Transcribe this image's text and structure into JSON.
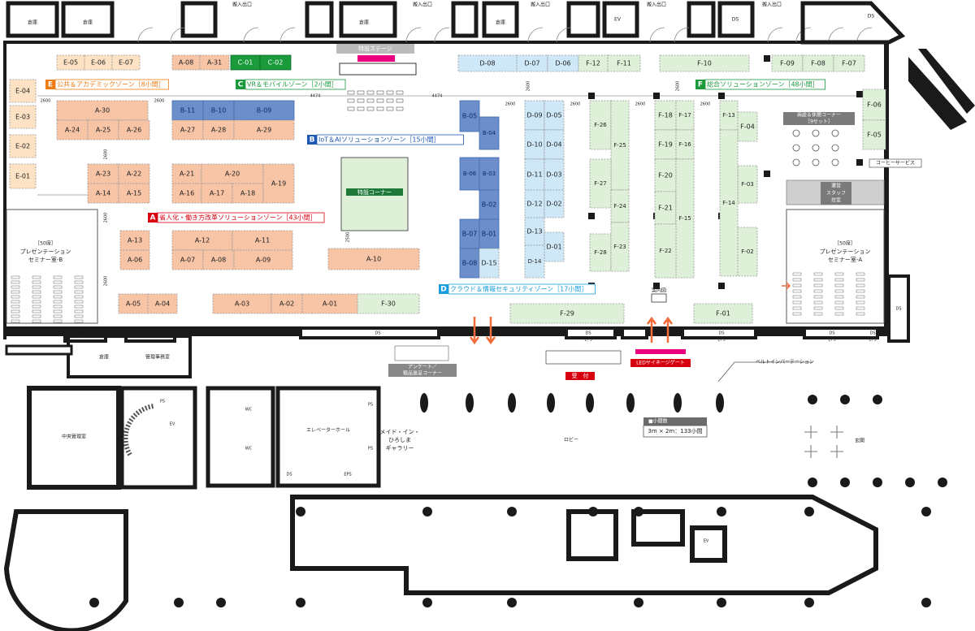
{
  "colors": {
    "zone_A_fill": "#f7c4a6",
    "zone_A_label": "#d7000f",
    "zone_B_fill": "#6c8fcc",
    "zone_B_label": "#1d58b5",
    "zone_C_fill": "#1a9a3a",
    "zone_C_label": "#1a9a3a",
    "zone_D_fill": "#cfe8f8",
    "zone_D_label": "#1a9ee0",
    "zone_E_fill": "#fde3c4",
    "zone_E_label": "#ee7a12",
    "zone_F_fill": "#dff0d8",
    "zone_F_label": "#1a9a3a",
    "special_fill": "#1f7a3a",
    "wall": "#1a1a1a",
    "arrow": "#f26b3a",
    "gray": "#9a9a9a"
  },
  "zones": [
    {
      "letter": "A",
      "label": "省人化・働き方改革ソリューションゾーン［43小間］"
    },
    {
      "letter": "B",
      "label": "IoT＆AIソリューションゾーン［15小間］"
    },
    {
      "letter": "C",
      "label": "VR＆モバイルゾーン［2小間］"
    },
    {
      "letter": "D",
      "label": "クラウド＆情報セキュリティゾーン［17小間］"
    },
    {
      "letter": "E",
      "label": "公共＆アカデミックゾーン［8小間］"
    },
    {
      "letter": "F",
      "label": "総合ソリューションゾーン［48小間］"
    }
  ],
  "booths": [
    {
      "id": "E-05",
      "zone": "E"
    },
    {
      "id": "E-06",
      "zone": "E"
    },
    {
      "id": "E-07",
      "zone": "E"
    },
    {
      "id": "E-04",
      "zone": "E"
    },
    {
      "id": "E-03",
      "zone": "E"
    },
    {
      "id": "E-02",
      "zone": "E"
    },
    {
      "id": "E-01",
      "zone": "E"
    },
    {
      "id": "A-08",
      "zone": "A"
    },
    {
      "id": "A-31",
      "zone": "A"
    },
    {
      "id": "C-01",
      "zone": "C"
    },
    {
      "id": "C-02",
      "zone": "C"
    },
    {
      "id": "A-30",
      "zone": "A"
    },
    {
      "id": "A-24",
      "zone": "A"
    },
    {
      "id": "A-25",
      "zone": "A"
    },
    {
      "id": "A-26",
      "zone": "A"
    },
    {
      "id": "B-11",
      "zone": "B"
    },
    {
      "id": "B-10",
      "zone": "B"
    },
    {
      "id": "B-09",
      "zone": "B"
    },
    {
      "id": "A-27",
      "zone": "A"
    },
    {
      "id": "A-28",
      "zone": "A"
    },
    {
      "id": "A-29",
      "zone": "A"
    },
    {
      "id": "A-23",
      "zone": "A"
    },
    {
      "id": "A-22",
      "zone": "A"
    },
    {
      "id": "A-14",
      "zone": "A"
    },
    {
      "id": "A-15",
      "zone": "A"
    },
    {
      "id": "A-21",
      "zone": "A"
    },
    {
      "id": "A-20",
      "zone": "A"
    },
    {
      "id": "A-16",
      "zone": "A"
    },
    {
      "id": "A-17",
      "zone": "A"
    },
    {
      "id": "A-18",
      "zone": "A"
    },
    {
      "id": "A-19",
      "zone": "A"
    },
    {
      "id": "A-13",
      "zone": "A"
    },
    {
      "id": "A-06",
      "zone": "A"
    },
    {
      "id": "A-12",
      "zone": "A"
    },
    {
      "id": "A-11",
      "zone": "A"
    },
    {
      "id": "A-07",
      "zone": "A"
    },
    {
      "id": "A-08",
      "zone": "A"
    },
    {
      "id": "A-09",
      "zone": "A"
    },
    {
      "id": "A-10",
      "zone": "A"
    },
    {
      "id": "A-05",
      "zone": "A"
    },
    {
      "id": "A-04",
      "zone": "A"
    },
    {
      "id": "A-03",
      "zone": "A"
    },
    {
      "id": "A-02",
      "zone": "A"
    },
    {
      "id": "A-01",
      "zone": "A"
    },
    {
      "id": "F-30",
      "zone": "F"
    },
    {
      "id": "D-08",
      "zone": "D"
    },
    {
      "id": "D-07",
      "zone": "D"
    },
    {
      "id": "D-06",
      "zone": "D"
    },
    {
      "id": "F-12",
      "zone": "F"
    },
    {
      "id": "F-11",
      "zone": "F"
    },
    {
      "id": "F-10",
      "zone": "F"
    },
    {
      "id": "F-09",
      "zone": "F"
    },
    {
      "id": "F-08",
      "zone": "F"
    },
    {
      "id": "F-07",
      "zone": "F"
    },
    {
      "id": "B-05",
      "zone": "B"
    },
    {
      "id": "B-04",
      "zone": "B"
    },
    {
      "id": "B-06",
      "zone": "B"
    },
    {
      "id": "B-03",
      "zone": "B"
    },
    {
      "id": "B-02",
      "zone": "B"
    },
    {
      "id": "B-07",
      "zone": "B"
    },
    {
      "id": "B-01",
      "zone": "B"
    },
    {
      "id": "B-08",
      "zone": "B"
    },
    {
      "id": "D-15",
      "zone": "D"
    },
    {
      "id": "D-09",
      "zone": "D"
    },
    {
      "id": "D-05",
      "zone": "D"
    },
    {
      "id": "D-10",
      "zone": "D"
    },
    {
      "id": "D-04",
      "zone": "D"
    },
    {
      "id": "D-11",
      "zone": "D"
    },
    {
      "id": "D-03",
      "zone": "D"
    },
    {
      "id": "D-12",
      "zone": "D"
    },
    {
      "id": "D-02",
      "zone": "D"
    },
    {
      "id": "D-13",
      "zone": "D"
    },
    {
      "id": "D-01",
      "zone": "D"
    },
    {
      "id": "D-14",
      "zone": "D"
    },
    {
      "id": "F-26",
      "zone": "F"
    },
    {
      "id": "F-25",
      "zone": "F"
    },
    {
      "id": "F-27",
      "zone": "F"
    },
    {
      "id": "F-24",
      "zone": "F"
    },
    {
      "id": "F-28",
      "zone": "F"
    },
    {
      "id": "F-23",
      "zone": "F"
    },
    {
      "id": "F-18",
      "zone": "F"
    },
    {
      "id": "F-17",
      "zone": "F"
    },
    {
      "id": "F-19",
      "zone": "F"
    },
    {
      "id": "F-16",
      "zone": "F"
    },
    {
      "id": "F-20",
      "zone": "F"
    },
    {
      "id": "F-21",
      "zone": "F"
    },
    {
      "id": "F-15",
      "zone": "F"
    },
    {
      "id": "F-22",
      "zone": "F"
    },
    {
      "id": "F-13",
      "zone": "F"
    },
    {
      "id": "F-04",
      "zone": "F"
    },
    {
      "id": "F-03",
      "zone": "F"
    },
    {
      "id": "F-14",
      "zone": "F"
    },
    {
      "id": "F-02",
      "zone": "F"
    },
    {
      "id": "F-06",
      "zone": "F"
    },
    {
      "id": "F-05",
      "zone": "F"
    },
    {
      "id": "F-29",
      "zone": "F"
    },
    {
      "id": "F-01",
      "zone": "F"
    }
  ],
  "labels": {
    "entrance": "搬入出口",
    "warehouse": "倉庫",
    "ev": "EV",
    "ds": "DS",
    "eps": "EPS",
    "ps": "PS",
    "wc": "WC",
    "special_stage": "特設ステージ",
    "special_corner": "特設コーナー",
    "seminar_b_seats": "［50席］",
    "seminar_b_title1": "プレゼンテーション",
    "seminar_b_title2": "セミナー室-B",
    "seminar_a_seats": "［50席］",
    "seminar_a_title1": "プレゼンテーション",
    "seminar_a_title2": "セミナー室-A",
    "lounge1": "商談＆休憩コーナー",
    "lounge2": "［9セット］",
    "coffee": "コーヒーサービス",
    "staff1": "運営",
    "staff2": "スタッフ",
    "staff3": "控室",
    "guide_map": "案内図",
    "survey1": "アンケート／",
    "survey2": "粗品進呈コーナー",
    "reception": "受　付",
    "led_gate": "LEDサイネージゲート",
    "belt_partition": "ベルトインパーテーション",
    "mgmt_office": "管理事務室",
    "central_control": "中央管理室",
    "elevator_hall": "エレベーターホール",
    "gallery1": "メイド・イン・",
    "gallery2": "ひろしま",
    "gallery3": "ギャラリー",
    "lobby": "ロビー",
    "main_entrance": "玄関",
    "legend_title": "■小間数",
    "legend_value": "3m × 2m：133小間",
    "dim_2600": "2600",
    "dim_4474": "4474",
    "dim_2500": "2500"
  }
}
